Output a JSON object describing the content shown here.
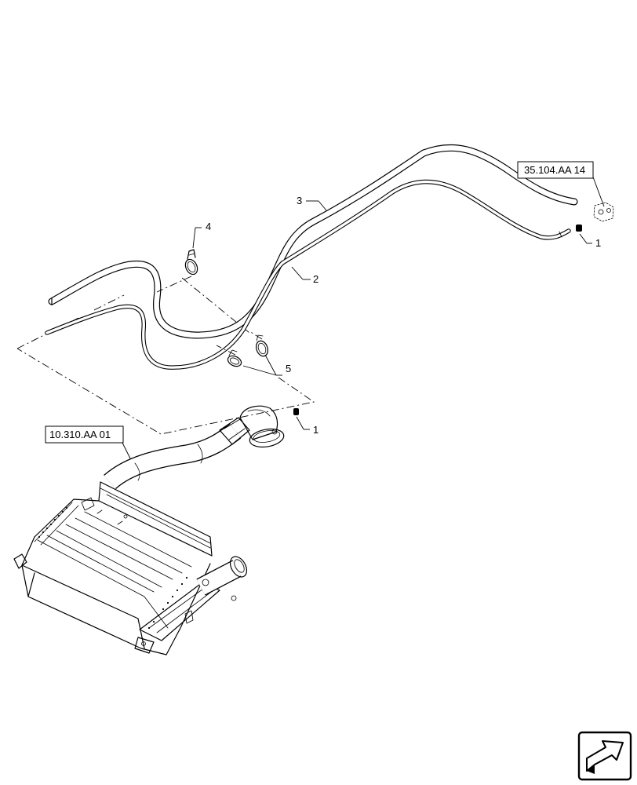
{
  "references": {
    "upper": "35.104.AA 14",
    "lower": "10.310.AA 01"
  },
  "callouts": {
    "hose_large": "3",
    "hose_small": "2",
    "clamp_upper": "4",
    "clamps_pair": "5",
    "fitting_right": "1",
    "fitting_lower": "1"
  },
  "icons": {
    "navigation": "next-page-arrow-icon"
  }
}
